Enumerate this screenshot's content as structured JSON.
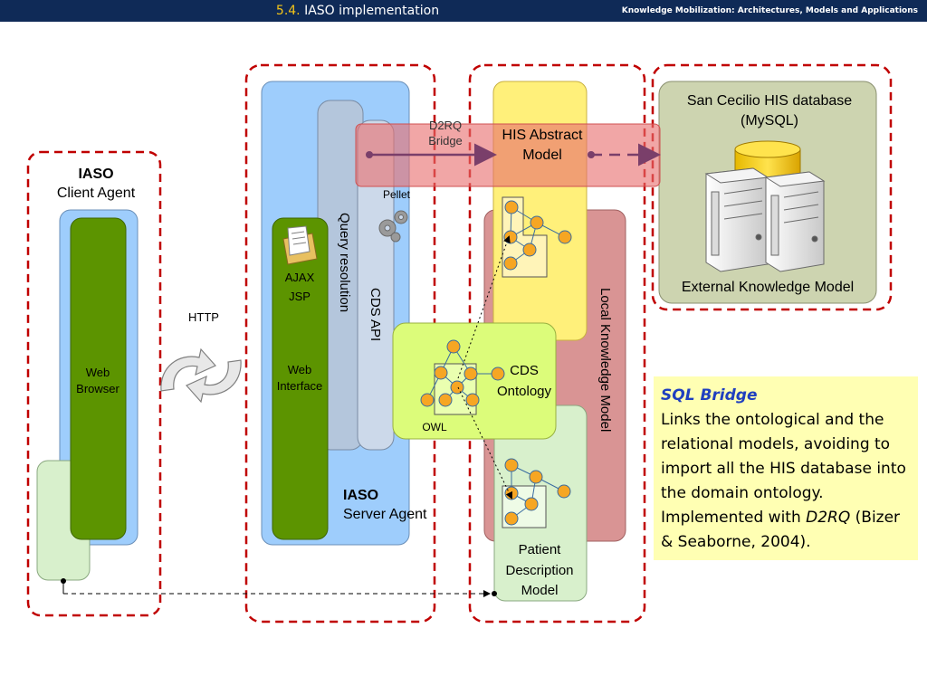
{
  "header": {
    "section_number": "5.4.",
    "section_title": "IASO implementation",
    "course": "Knowledge Mobilization: Architectures, Models and Applications"
  },
  "diagram": {
    "client_agent": {
      "title": "IASO",
      "subtitle": "Client Agent",
      "web_browser": [
        "Web",
        "Browser"
      ]
    },
    "http_label": "HTTP",
    "server_agent": {
      "title": "IASO",
      "subtitle": "Server Agent",
      "query_resolution": "Query resolution",
      "cds_api": "CDS API",
      "pellet": "Pellet",
      "ajax": "AJAX",
      "jsp": "JSP",
      "web_interface": [
        "Web",
        "Interface"
      ]
    },
    "d2rq_bridge": [
      "D2RQ",
      "Bridge"
    ],
    "his_abstract_model": [
      "HIS Abstract",
      "Model"
    ],
    "cds_ontology": [
      "CDS",
      "Ontology"
    ],
    "owl_label": "OWL",
    "local_knowledge_model": "Local Knowledge Model",
    "patient_description_model": [
      "Patient",
      "Description",
      "Model"
    ],
    "his_database": {
      "title": [
        "San Cecilio HIS database",
        "(MySQL)"
      ],
      "footer": "External Knowledge Model"
    }
  },
  "note": {
    "title": "SQL Bridge",
    "body_parts": [
      "Links the ontological and the relational models, avoiding to import all the HIS database into the domain ontology. Implemented with ",
      "D2RQ",
      " (Bizer & Seaborne, 2004)."
    ]
  },
  "colors": {
    "header_bg": "#0f2a57",
    "dashed_border": "#c00000",
    "client_blue": "#9ecdfc",
    "server_blue": "#9ecdfc",
    "green_dark": "#5c9400",
    "light_green": "#d8f0cc",
    "yellow_model": "#fff07a",
    "lime_ontology": "#dcfc7a",
    "local_km": "#d99494",
    "db_panel": "#cdd4b0",
    "red_band": "#e87070",
    "node_orange": "#f6a623",
    "note_bg": "#ffffb3"
  }
}
